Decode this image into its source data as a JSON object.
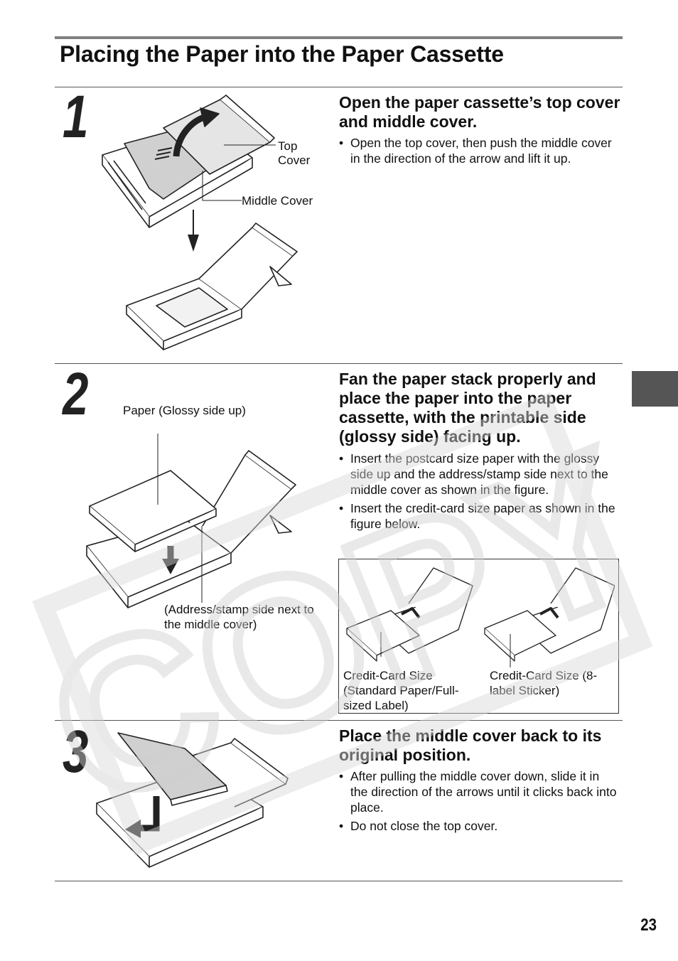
{
  "page": {
    "title": "Placing the Paper into the Paper Cassette",
    "page_number": "23"
  },
  "steps": [
    {
      "number": "1",
      "heading": "Open the paper cassette’s top cover and middle cover.",
      "bullets": [
        "Open the top cover, then push the middle cover in the direction of the arrow and lift it up."
      ],
      "labels": {
        "top_cover": "Top Cover",
        "middle_cover": "Middle Cover"
      }
    },
    {
      "number": "2",
      "heading": "Fan the paper stack properly and place the paper into the paper cassette, with the printable side (glossy side) facing up.",
      "bullets": [
        "Insert the postcard size paper with the glossy side up and the address/stamp side next to the middle cover as shown in the figure.",
        "Insert the credit-card size paper as shown in the figure below."
      ],
      "labels": {
        "paper": "Paper (Glossy side up)",
        "address": "(Address/stamp side next to the middle cover)",
        "cc_standard": "Credit-Card Size (Standard Paper/Full-sized Label)",
        "cc_sticker": "Credit-Card Size (8-label Sticker)"
      }
    },
    {
      "number": "3",
      "heading": "Place the middle cover back to its original position.",
      "bullets": [
        "After pulling the middle cover down, slide it in the direction of the arrows until it clicks back into place.",
        "Do not close the top cover."
      ]
    }
  ],
  "watermark": {
    "text": "COPY",
    "color": "#d9d9d9"
  },
  "colors": {
    "rule": "#808080",
    "tab": "#555555"
  }
}
